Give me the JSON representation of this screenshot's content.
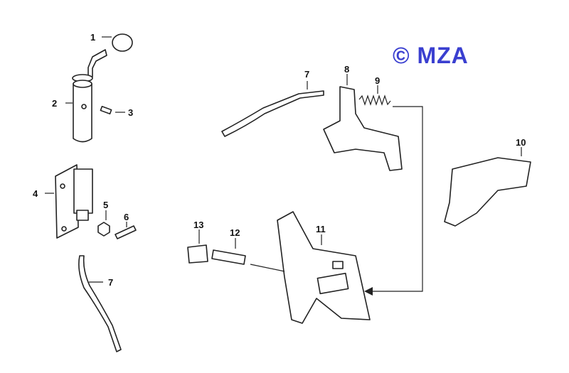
{
  "logo": {
    "text": "© MZA",
    "color": "#3a3fd0"
  },
  "callouts": [
    {
      "number": "1",
      "part": "knob"
    },
    {
      "number": "2",
      "part": "lever-shaft"
    },
    {
      "number": "3",
      "part": "pin"
    },
    {
      "number": "4",
      "part": "bracket"
    },
    {
      "number": "5",
      "part": "nut"
    },
    {
      "number": "6",
      "part": "screw"
    },
    {
      "number": "7",
      "part": "cable"
    },
    {
      "number": "7",
      "part": "cable"
    },
    {
      "number": "8",
      "part": "lever"
    },
    {
      "number": "9",
      "part": "spring"
    },
    {
      "number": "10",
      "part": "pedal"
    },
    {
      "number": "11",
      "part": "mounting-plate"
    },
    {
      "number": "12",
      "part": "adjuster-bolt"
    },
    {
      "number": "13",
      "part": "bushing"
    }
  ]
}
